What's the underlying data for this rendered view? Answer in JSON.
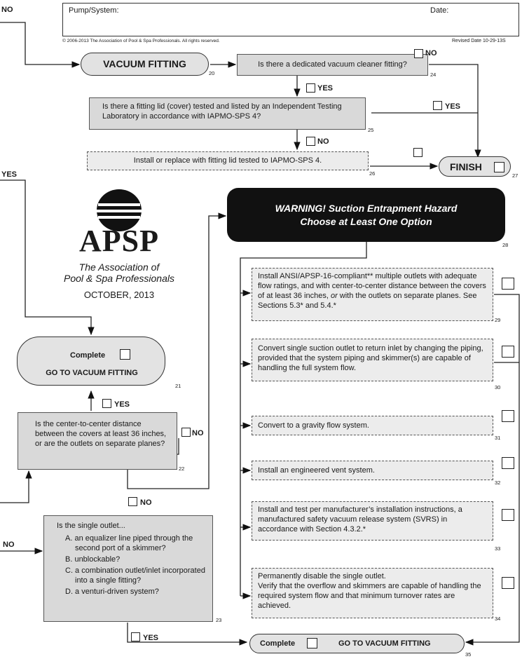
{
  "header": {
    "pump_label": "Pump/System:",
    "date_label": "Date:",
    "copyright": "© 2006-2013 The Association of Pool & Spa Professionals. All rights reserved.",
    "revised": "Revised Date 10-29-13S"
  },
  "labels": {
    "no": "NO",
    "yes": "YES"
  },
  "vacuum_fitting": {
    "title": "VACUUM FITTING",
    "num": "20"
  },
  "q24": {
    "text": "Is there a dedicated vacuum cleaner fitting?",
    "num": "24"
  },
  "q25": {
    "text": "Is there a fitting lid (cover) tested and listed by an Independent Testing Laboratory in accordance with IAPMO-SPS 4?",
    "num": "25"
  },
  "a26": {
    "text": "Install or replace with fitting lid tested to IAPMO-SPS 4.",
    "num": "26"
  },
  "finish": {
    "text": "FINISH",
    "num": "27"
  },
  "logo": {
    "brand": "APSP",
    "org_line1": "The Association of",
    "org_line2": "Pool & Spa Professionals",
    "date": "OCTOBER, 2013"
  },
  "warning": {
    "line1": "WARNING! Suction Entrapment Hazard",
    "line2": "Choose at Least One Option",
    "num": "28"
  },
  "complete21": {
    "complete": "Complete",
    "goto": "GO TO VACUUM FITTING",
    "num": "21"
  },
  "q22": {
    "text": "Is the center-to-center distance between the covers at least 36 inches, or are the outlets on separate planes?",
    "num": "22"
  },
  "q23": {
    "intro": "Is the single outlet...",
    "options": [
      "A. an equalizer line piped through the second port of a skimmer?",
      "B. unblockable?",
      "C. a combination outlet/inlet incorporated into a single fitting?",
      "D. a venturi-driven system?"
    ],
    "num": "23"
  },
  "opt29": {
    "pre": "Install ANSI/APSP-16-compliant** multiple outlets with adequate flow ratings, and with center-to-center distance between the covers of at least 36 inches, ",
    "em": "or",
    "post": " with the outlets on separate planes. See Sections 5.3* and 5.4.*",
    "num": "29"
  },
  "opt30": {
    "text": "Convert single suction outlet to return inlet by changing the piping, provided that the system piping and skimmer(s) are capable of handling the full system flow.",
    "num": "30"
  },
  "opt31": {
    "text": "Convert to a gravity flow system.",
    "num": "31"
  },
  "opt32": {
    "text": "Install an engineered vent system.",
    "num": "32"
  },
  "opt33": {
    "text": "Install and test per manufacturer’s installation instructions, a manufactured safety vacuum release system (SVRS) in accordance with Section 4.3.2.*",
    "num": "33"
  },
  "opt34": {
    "line1": "Permanently disable the single outlet.",
    "rest": "Verify that the overflow and skimmers are capable of handling the required system flow and that minimum turnover rates are achieved.",
    "num": "34"
  },
  "complete35": {
    "complete": "Complete",
    "goto": "GO TO VACUUM FITTING",
    "num": "35"
  }
}
